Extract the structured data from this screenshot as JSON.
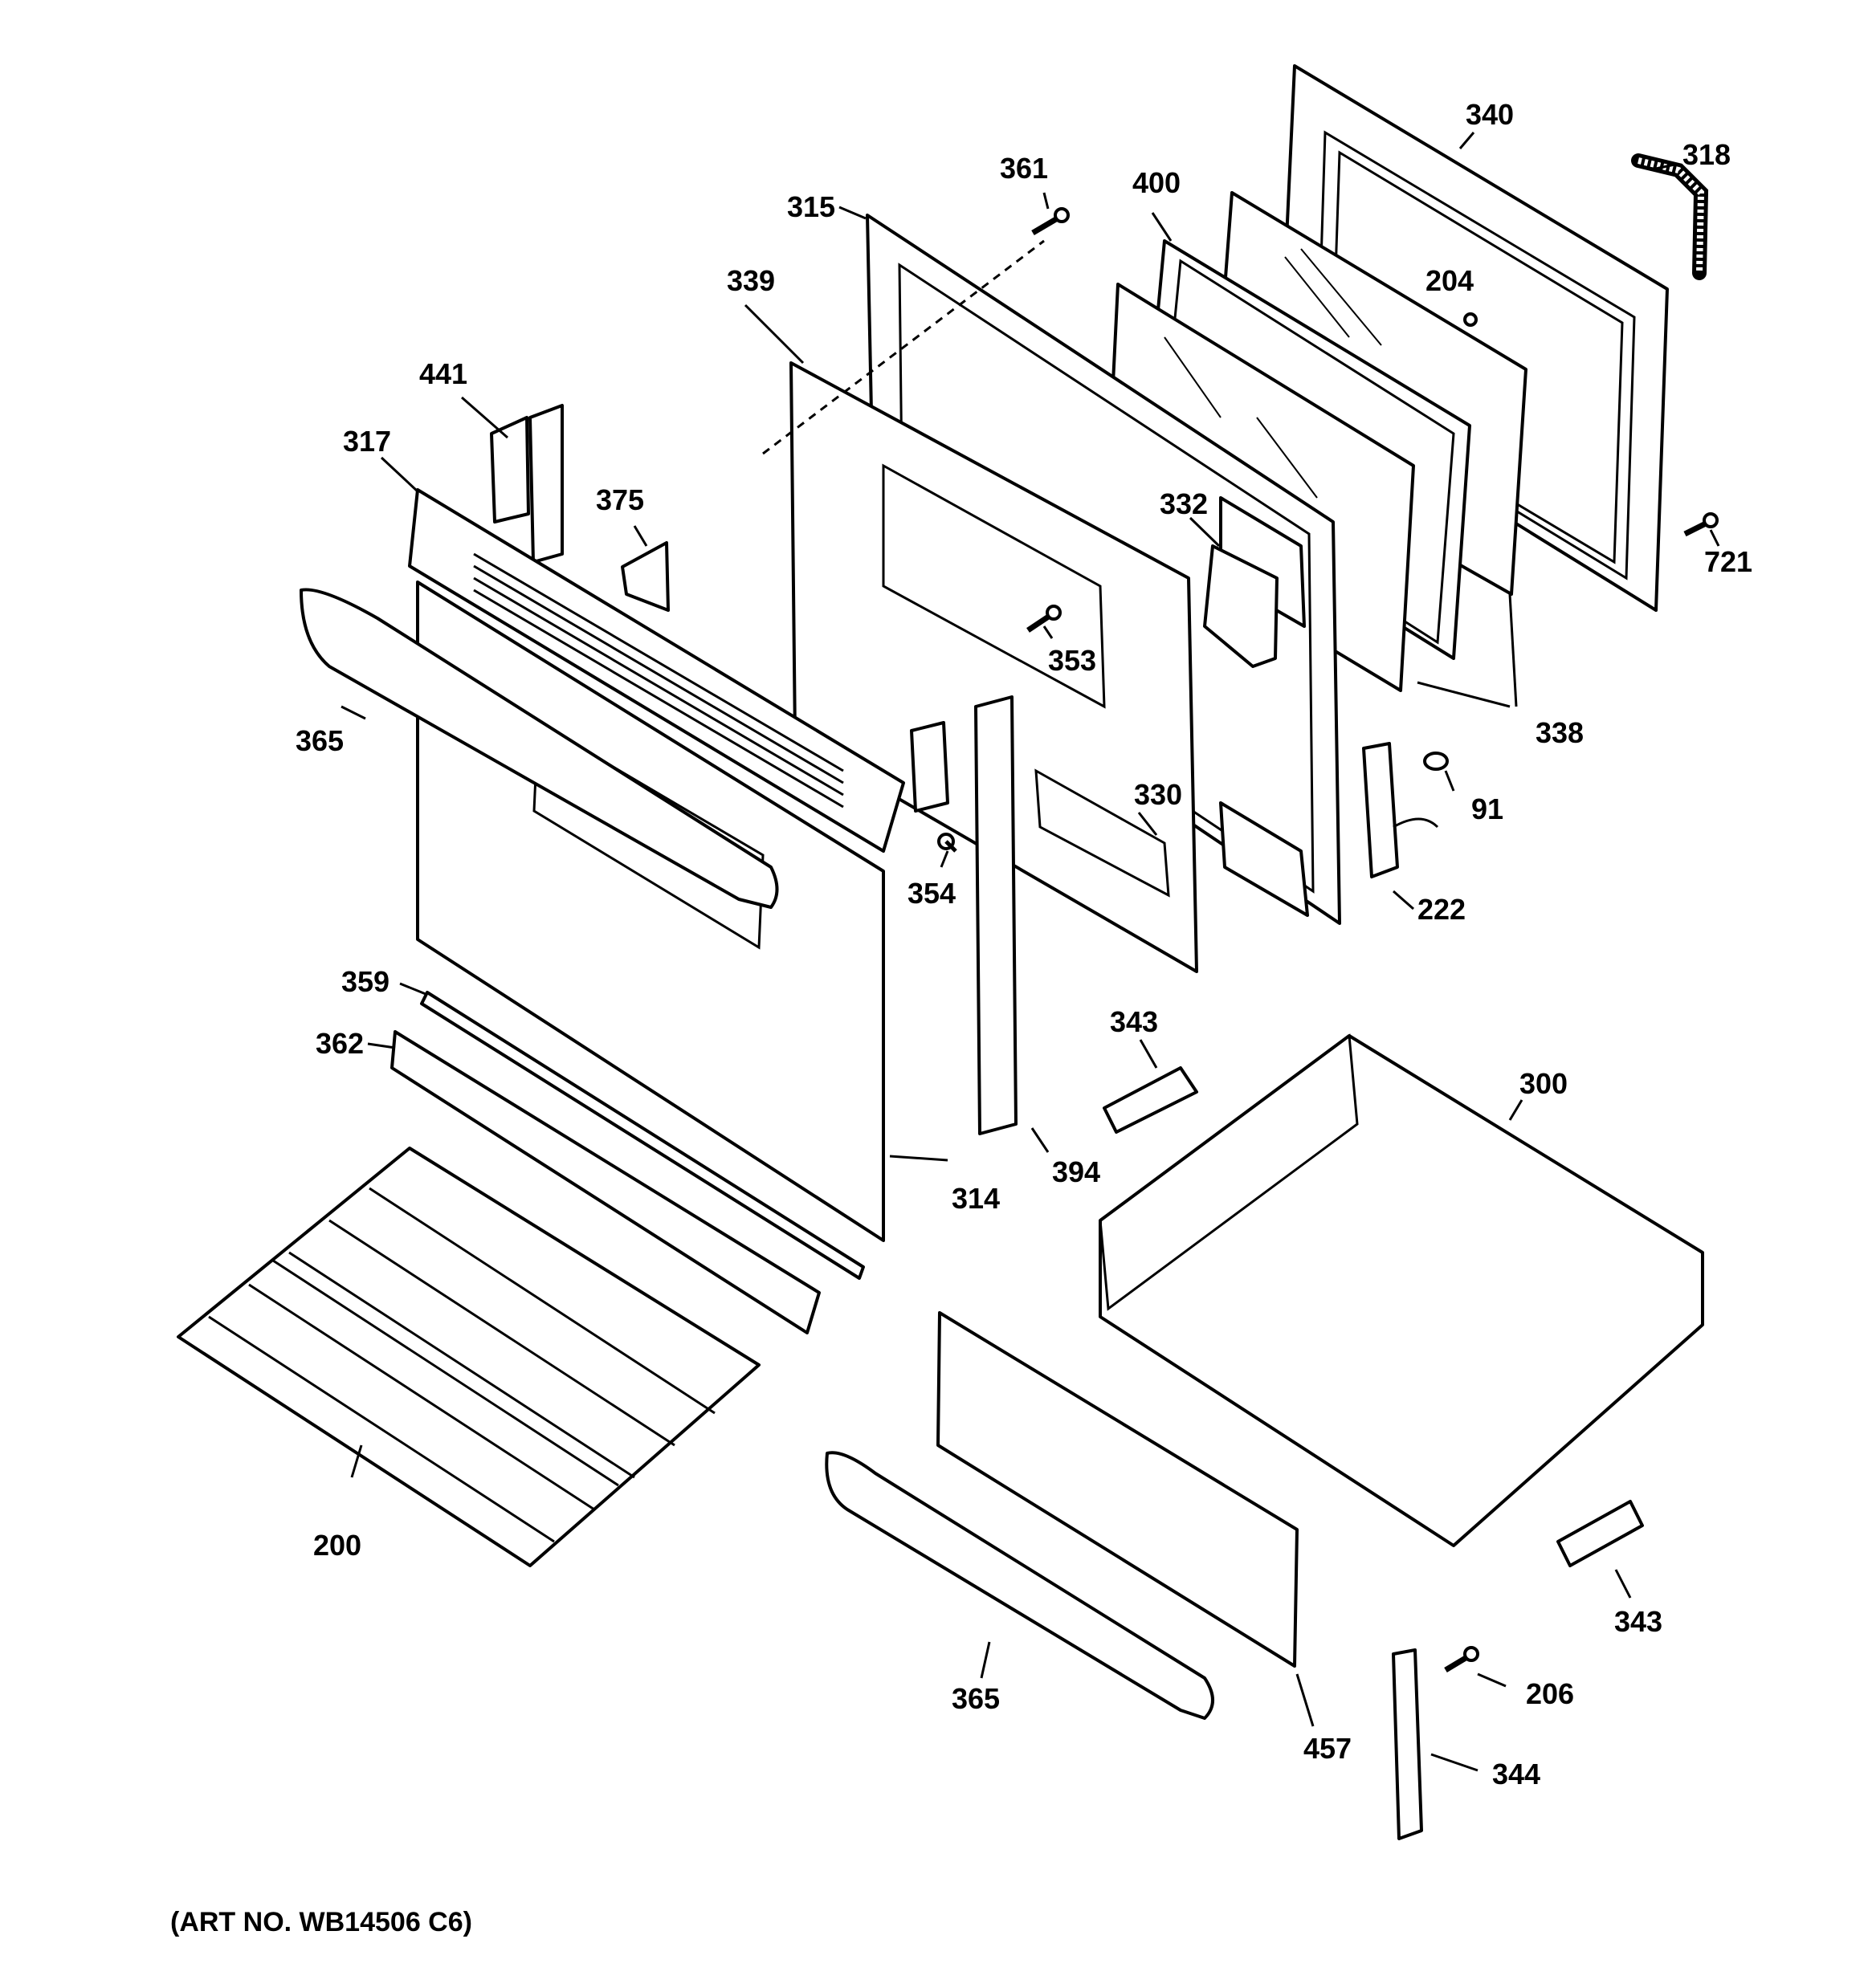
{
  "diagram": {
    "art_number": "(ART NO. WB14506 C6)",
    "part_labels": {
      "p340": "340",
      "p318": "318",
      "p361": "361",
      "p400": "400",
      "p315": "315",
      "p204": "204",
      "p339": "339",
      "p441": "441",
      "p317": "317",
      "p375": "375",
      "p332": "332",
      "p721": "721",
      "p353": "353",
      "p365a": "365",
      "p338": "338",
      "p91": "91",
      "p330": "330",
      "p222": "222",
      "p354": "354",
      "p359": "359",
      "p343a": "343",
      "p300": "300",
      "p362": "362",
      "p314": "314",
      "p394": "394",
      "p200": "200",
      "p343b": "343",
      "p206": "206",
      "p365b": "365",
      "p457": "457",
      "p344": "344"
    }
  }
}
